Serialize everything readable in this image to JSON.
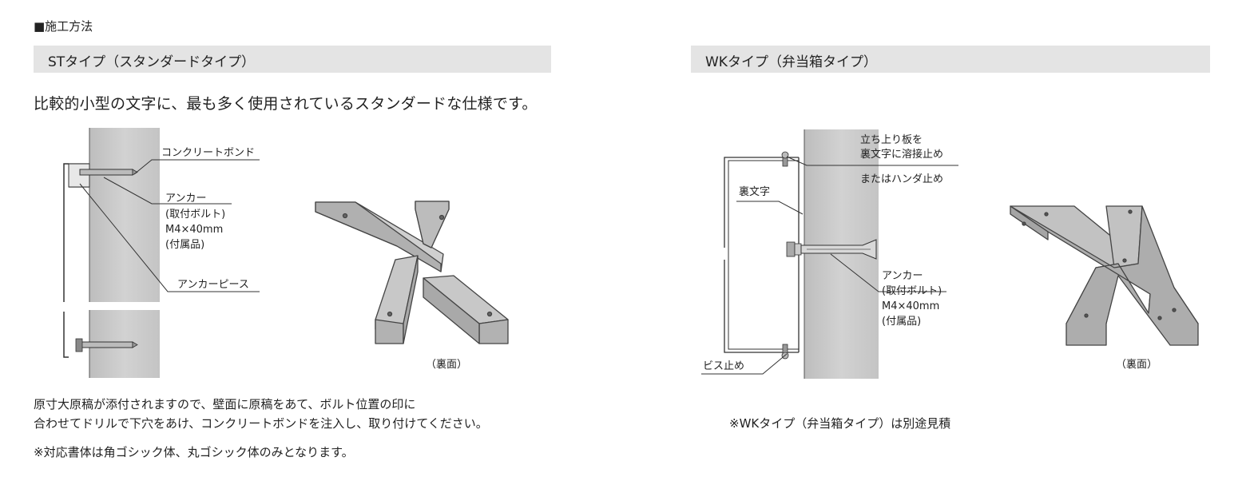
{
  "section_heading": "■施工方法",
  "st": {
    "title": "STタイプ（スタンダードタイプ）",
    "lead": "比較的小型の文字に、最も多く使用されているスタンダードな仕様です。",
    "labels": {
      "bond": "コンクリートボンド",
      "anchor": "アンカー",
      "anchor_sub": "(取付ボルト)",
      "anchor_size": "M4×40mm",
      "anchor_note": "(付属品)",
      "anchor_piece": "アンカーピース",
      "back": "（裏面）"
    },
    "note_line1": "原寸大原稿が添付されますので、壁面に原稿をあて、ボルト位置の印に",
    "note_line2": "合わせてドリルで下穴をあけ、コンクリートボンドを注入し、取り付けてください。",
    "note_line3": "※対応書体は角ゴシック体、丸ゴシック体のみとなります。"
  },
  "wk": {
    "title": "WKタイプ（弁当箱タイプ）",
    "labels": {
      "plate1": "立ち上り板を",
      "plate2": "裏文字に溶接止め",
      "solder": "またはハンダ止め",
      "ura": "裏文字",
      "anchor": "アンカー",
      "anchor_sub": "(取付ボルト)",
      "anchor_size": "M4×40mm",
      "anchor_note": "(付属品)",
      "screw": "ビス止め",
      "back": "（裏面）"
    },
    "note": "※WKタイプ（弁当箱タイプ）は別途見積"
  },
  "colors": {
    "bar": "#e4e4e4",
    "wall": "#c8c8c8",
    "letter": "#b8b8b8"
  }
}
